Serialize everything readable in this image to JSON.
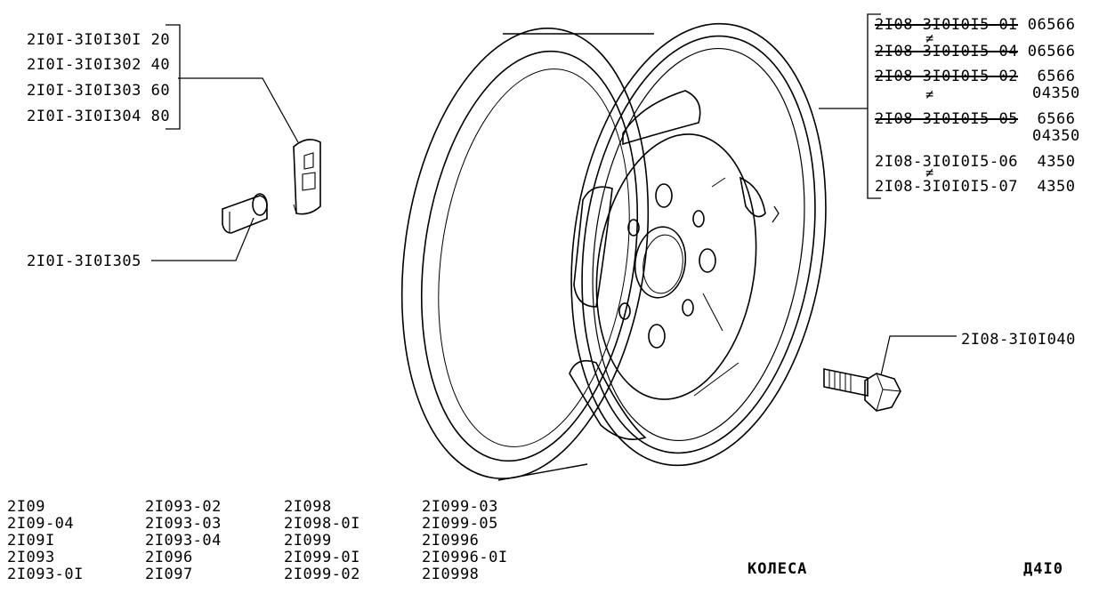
{
  "weights": {
    "parts": [
      {
        "code": "2I0I-3I0I30I",
        "value": "20"
      },
      {
        "code": "2I0I-3I0I302",
        "value": "40"
      },
      {
        "code": "2I0I-3I0I303",
        "value": "60"
      },
      {
        "code": "2I0I-3I0I304",
        "value": "80"
      }
    ],
    "clip_code": "2I0I-3I0I305"
  },
  "wheel_variants": [
    {
      "code": "2I08-3I0I0I5-0I",
      "value": "06566",
      "struck": true
    },
    {
      "code": "2I08-3I0I0I5-04",
      "value": "06566",
      "struck": true
    },
    {
      "code": "2I08-3I0I0I5-02",
      "value": "6566",
      "value2": "04350",
      "struck": true
    },
    {
      "code": "2I08-3I0I0I5-05",
      "value": "6566",
      "value2": "04350",
      "struck": true
    },
    {
      "code": "2I08-3I0I0I5-06",
      "value": "4350",
      "struck": false
    },
    {
      "code": "2I08-3I0I0I5-07",
      "value": "4350",
      "struck": false
    }
  ],
  "neq_symbol": "≠",
  "bolt_code": "2I08-3I0I040",
  "models": [
    [
      "2I09",
      "2I09-04",
      "2I09I",
      "2I093",
      "2I093-0I"
    ],
    [
      "2I093-02",
      "2I093-03",
      "2I093-04",
      "2I096",
      "2I097"
    ],
    [
      "2I098",
      "2I098-0I",
      "2I099",
      "2I099-0I",
      "2I099-02"
    ],
    [
      "2I099-03",
      "2I099-05",
      "2I0996",
      "2I0996-0I",
      "2I0998"
    ]
  ],
  "section_title": "КОЛЕСА",
  "page_code": "Д4I0",
  "colors": {
    "ink": "#000000",
    "paper": "#ffffff"
  }
}
